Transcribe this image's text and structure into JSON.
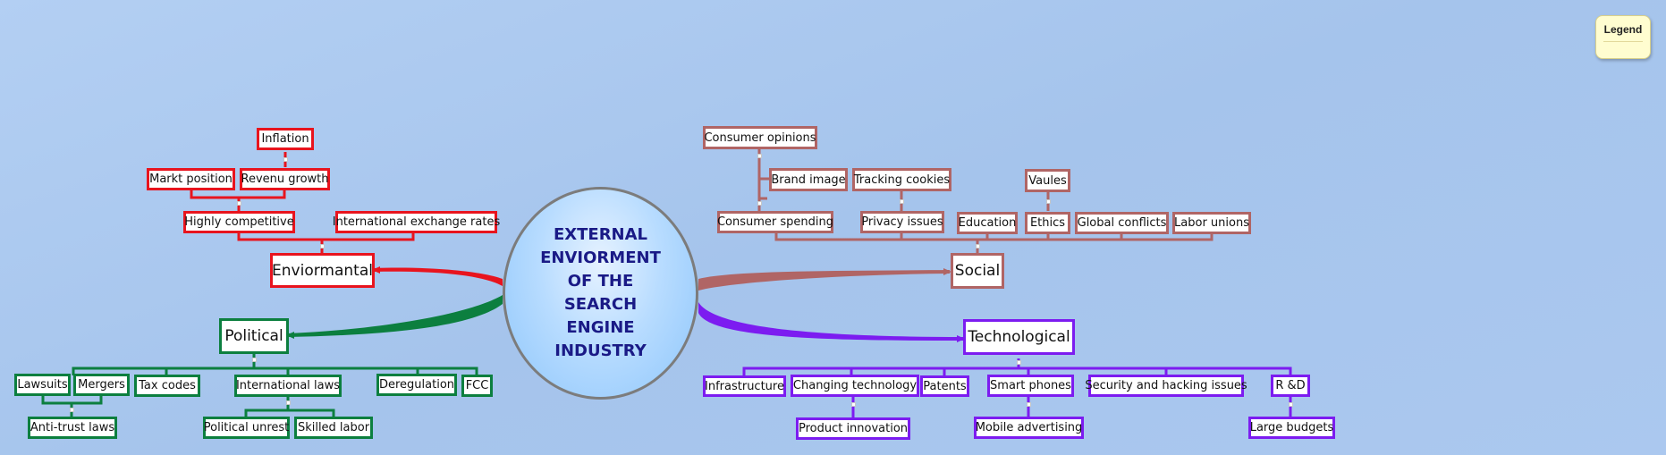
{
  "center": {
    "title": "EXTERNAL ENVIORMENT OF THE SEARCH ENGINE INDUSTRY"
  },
  "legend": {
    "label": "Legend"
  },
  "colors": {
    "environmental": "#e8141e",
    "social": "#b06565",
    "political": "#0c7f3f",
    "technological": "#7c1cf0"
  },
  "environmental": {
    "label": "Enviormantal",
    "highly_competitive": "Highly competitive",
    "intl_exchange": "International exchange rates",
    "markt_position": "Markt position",
    "revenu_growth": "Revenu growth",
    "inflation": "Inflation"
  },
  "social": {
    "label": "Social",
    "consumer_opinions": "Consumer opinions",
    "brand_image": "Brand image",
    "tracking_cookies": "Tracking cookies",
    "vaules": "Vaules",
    "consumer_spending": "Consumer spending",
    "privacy_issues": "Privacy issues",
    "education": "Education",
    "ethics": "Ethics",
    "global_conflicts": "Global conflicts",
    "labor_unions": "Labor unions"
  },
  "political": {
    "label": "Political",
    "lawsuits": "Lawsuits",
    "mergers": "Mergers",
    "tax_codes": "Tax codes",
    "international_laws": "International laws",
    "deregulation": "Deregulation",
    "fcc": "FCC",
    "anti_trust": "Anti-trust laws",
    "political_unrest": "Political unrest",
    "skilled_labor": "Skilled labor"
  },
  "technological": {
    "label": "Technological",
    "infrastructure": "Infrastructure",
    "changing_technology": "Changing technology",
    "patents": "Patents",
    "smart_phones": "Smart phones",
    "security": "Security and hacking issues",
    "rd": "R &D",
    "product_innovation": "Product innovation",
    "mobile_advertising": "Mobile advertising",
    "large_budgets": "Large budgets"
  }
}
